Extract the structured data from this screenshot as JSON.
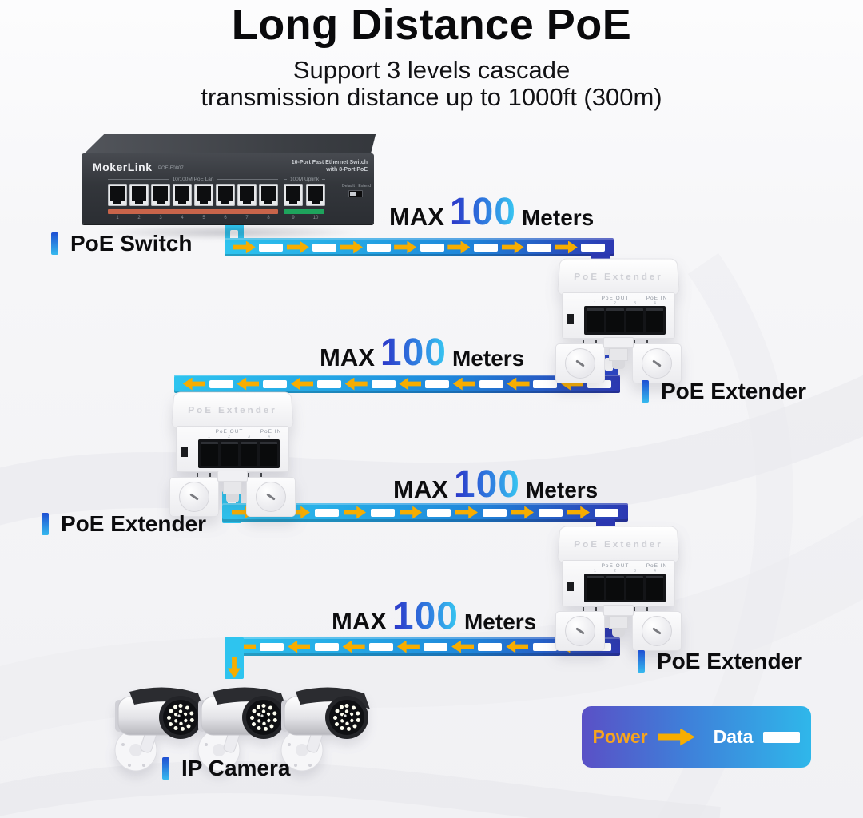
{
  "header": {
    "title": "Long Distance PoE",
    "subtitle_line1": "Support 3 levels cascade",
    "subtitle_line2": "transmission distance up to 1000ft (300m)"
  },
  "captions": {
    "poe_switch": "PoE Switch",
    "poe_extender": "PoE Extender",
    "ip_camera": "IP Camera"
  },
  "switch": {
    "brand": "MokerLink",
    "model": "POE-F0807",
    "desc_line1": "10-Port Fast Ethernet Switch",
    "desc_line2": "with 8-Port PoE",
    "poe_group_label": "10/100M PoE Lan",
    "uplink_group_label": "100M Uplink",
    "toggle_label_left": "Default",
    "toggle_label_right": "Extend",
    "poe_port_numbers": [
      "1",
      "2",
      "3",
      "4",
      "5",
      "6",
      "7",
      "8"
    ],
    "uplink_port_numbers": [
      "9",
      "10"
    ]
  },
  "extender": {
    "device_text": "PoE Extender",
    "port_out_label": "PoE OUT",
    "port_in_label": "PoE IN",
    "port_numbers": [
      "1",
      "2",
      "3",
      "4"
    ]
  },
  "links": [
    {
      "max": "MAX",
      "value": "100",
      "unit": "Meters"
    },
    {
      "max": "MAX",
      "value": "100",
      "unit": "Meters"
    },
    {
      "max": "MAX",
      "value": "100",
      "unit": "Meters"
    },
    {
      "max": "MAX",
      "value": "100",
      "unit": "Meters"
    }
  ],
  "legend": {
    "power_label": "Power",
    "data_label": "Data"
  },
  "colors": {
    "cable_cyan": "#2ec4ef",
    "cable_navy": "#2c38b2",
    "arrow_yellow": "#f7ad00",
    "accent_blue": "#1e4fd2",
    "accent_cyan": "#36b9ee"
  }
}
